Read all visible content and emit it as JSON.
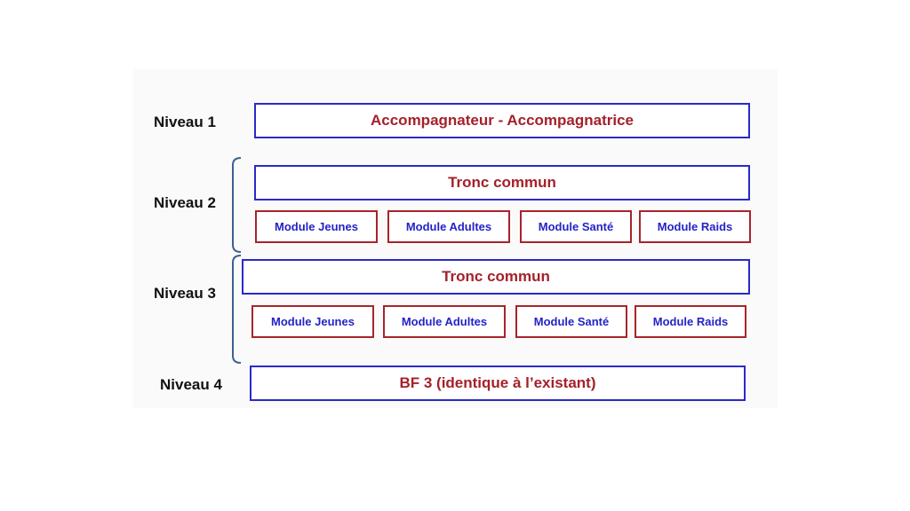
{
  "colors": {
    "bar_border": "#2a2ac8",
    "bar_text": "#a5202a",
    "module_border": "#a8242c",
    "module_text": "#2323c8",
    "bracket": "#3f5f8f"
  },
  "levels": [
    {
      "label": "Niveau 1",
      "bar": "Accompagnateur - Accompagnatrice"
    },
    {
      "label": "Niveau 2",
      "bar": "Tronc commun",
      "modules": [
        "Module Jeunes",
        "Module Adultes",
        "Module Santé",
        "Module Raids"
      ]
    },
    {
      "label": "Niveau 3",
      "bar": "Tronc commun",
      "modules": [
        "Module Jeunes",
        "Module Adultes",
        "Module Santé",
        "Module Raids"
      ]
    },
    {
      "label": "Niveau 4",
      "bar": "BF 3 (identique à l’existant)"
    }
  ]
}
